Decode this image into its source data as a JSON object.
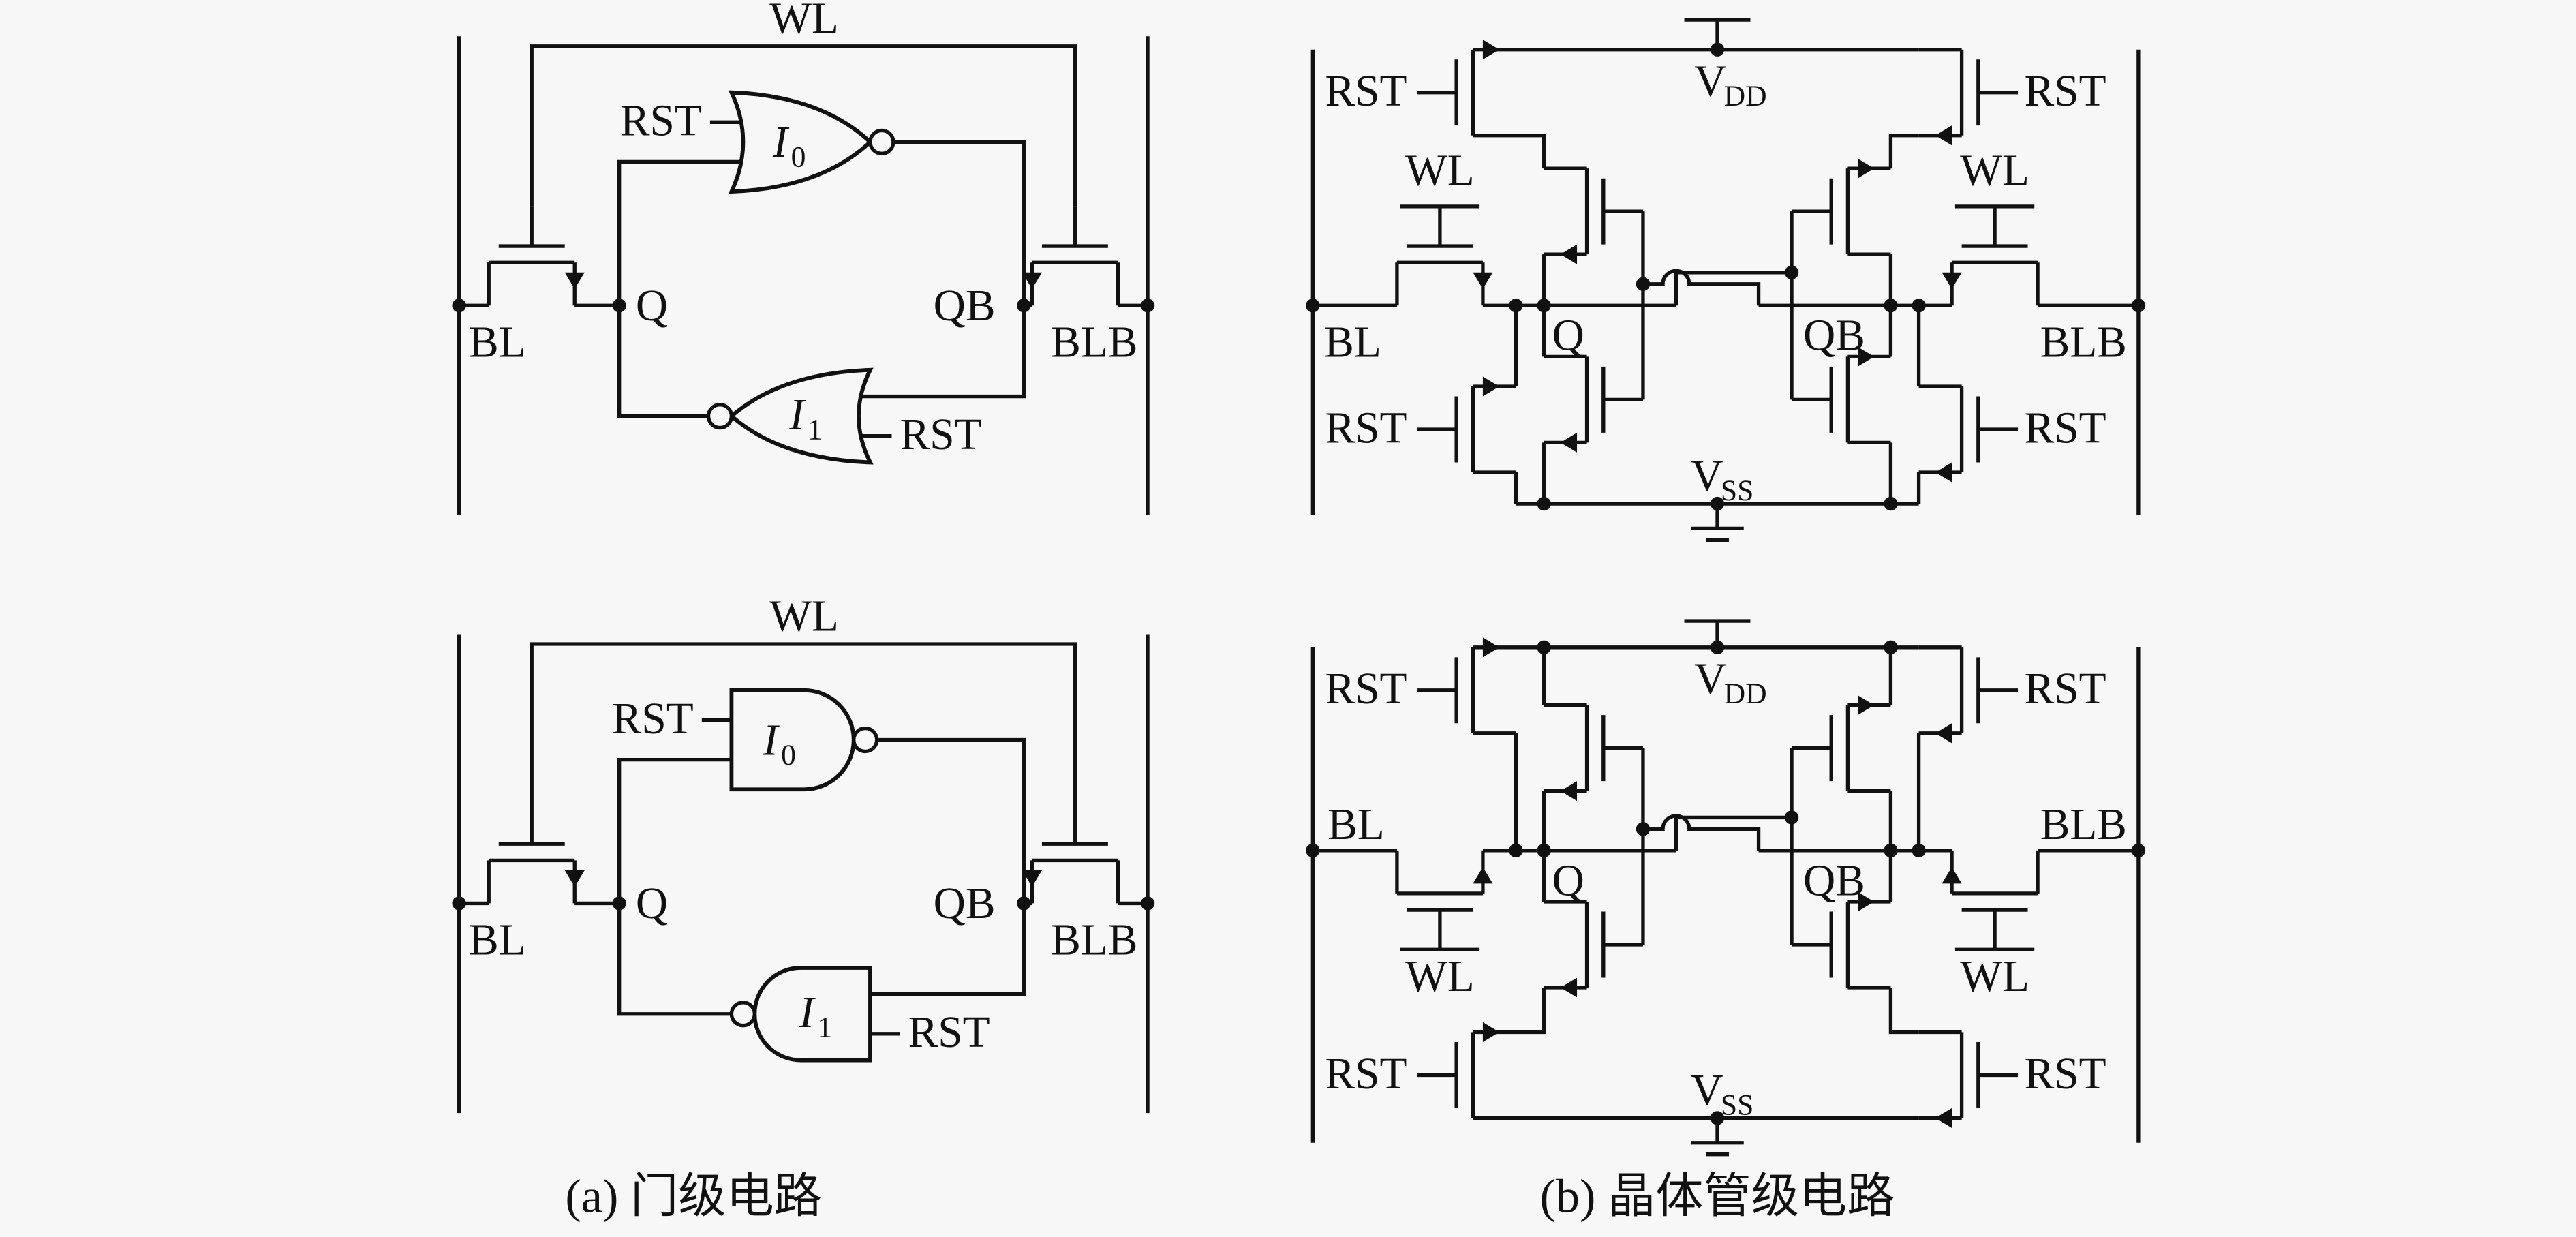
{
  "background": "#f7f7f7",
  "ink": "#111111",
  "captions": {
    "a": "(a) 门级电路",
    "b": "(b) 晶体管级电路"
  },
  "labels": {
    "wl": "WL",
    "bl": "BL",
    "blb": "BLB",
    "q": "Q",
    "qb": "QB",
    "rst": "RST",
    "inv_base": "I",
    "inv0_sub": "0",
    "inv1_sub": "1",
    "v_base": "V",
    "vdd_sub": "DD",
    "vss_sub": "SS"
  }
}
